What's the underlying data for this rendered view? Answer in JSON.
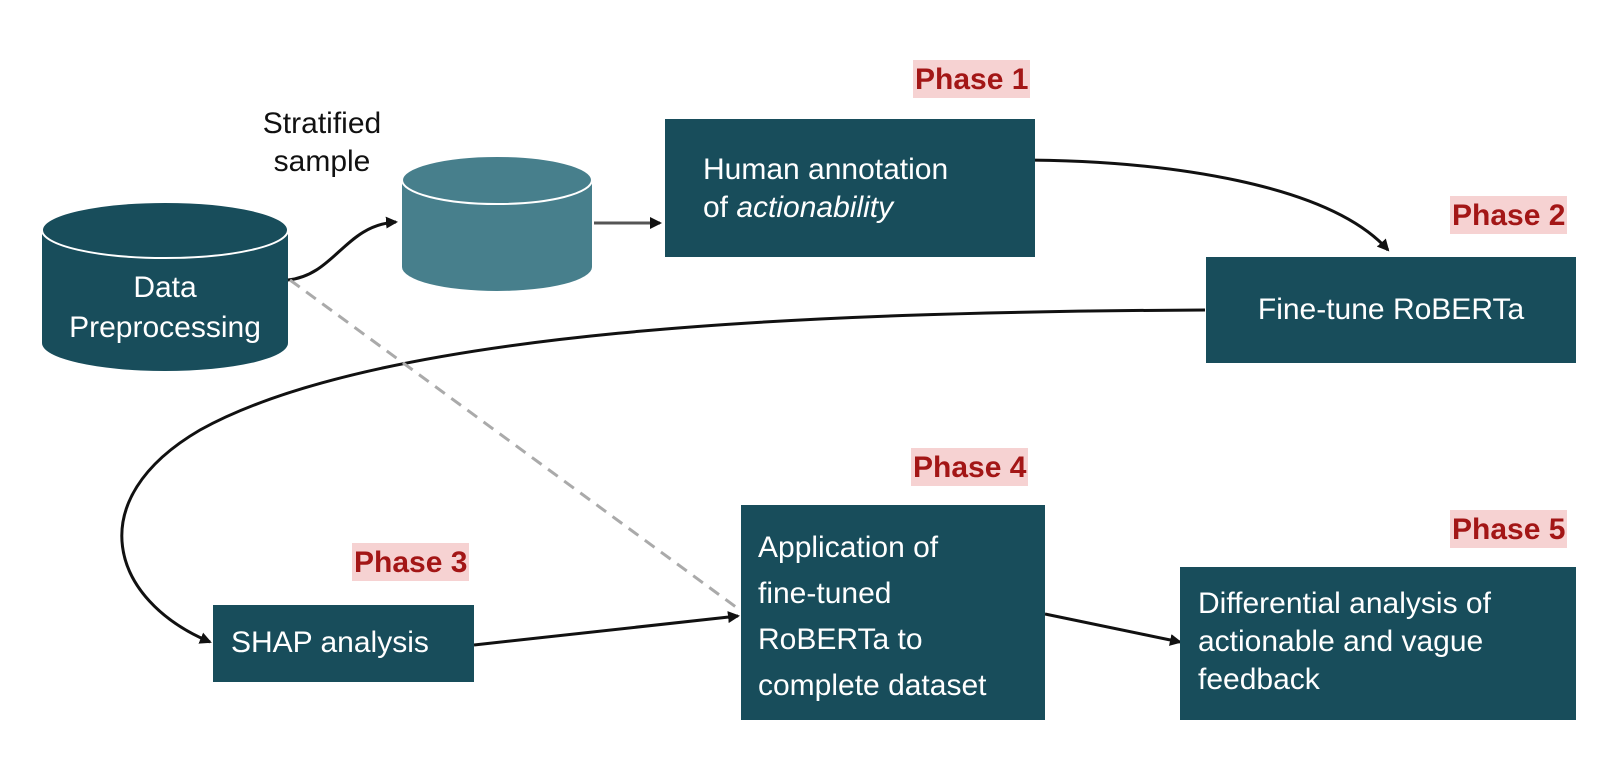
{
  "nodes": {
    "data_preprocessing": {
      "line1": "Data",
      "line2": "Preprocessing"
    },
    "stratified_sample": {
      "line1": "Stratified",
      "line2": "sample"
    },
    "human_annotation": {
      "line1": "Human annotation",
      "line2_prefix": "of ",
      "line2_emph": "actionability"
    },
    "fine_tune": {
      "label": "Fine-tune RoBERTa"
    },
    "shap": {
      "label": "SHAP analysis"
    },
    "application": {
      "line1": "Application of",
      "line2": "fine-tuned",
      "line3": "RoBERTa to",
      "line4": "complete dataset"
    },
    "differential": {
      "line1": "Differential analysis of",
      "line2": "actionable and vague",
      "line3": "feedback"
    }
  },
  "phases": {
    "p1": "Phase 1",
    "p2": "Phase 2",
    "p3": "Phase 3",
    "p4": "Phase 4",
    "p5": "Phase 5"
  },
  "colors": {
    "box": "#184d5b",
    "sample_cylinder": "#477f8c",
    "phase_text": "#a31616",
    "phase_bg": "#f6d2d2",
    "arrow": "#111111",
    "dashed": "#aaaaaa"
  }
}
